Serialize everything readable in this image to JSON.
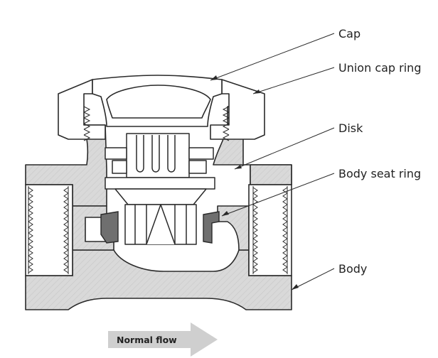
{
  "labels": {
    "cap": "Cap",
    "union_cap_ring": "Union cap ring",
    "disk": "Disk",
    "body_seat_ring": "Body seat ring",
    "body": "Body"
  },
  "flow": {
    "text": "Normal flow"
  },
  "colors": {
    "body_fill": "#d7d7d7",
    "outline": "#2a2a2a",
    "seat_ring": "#6f6f6f",
    "arrow": "#cfcfcf"
  }
}
